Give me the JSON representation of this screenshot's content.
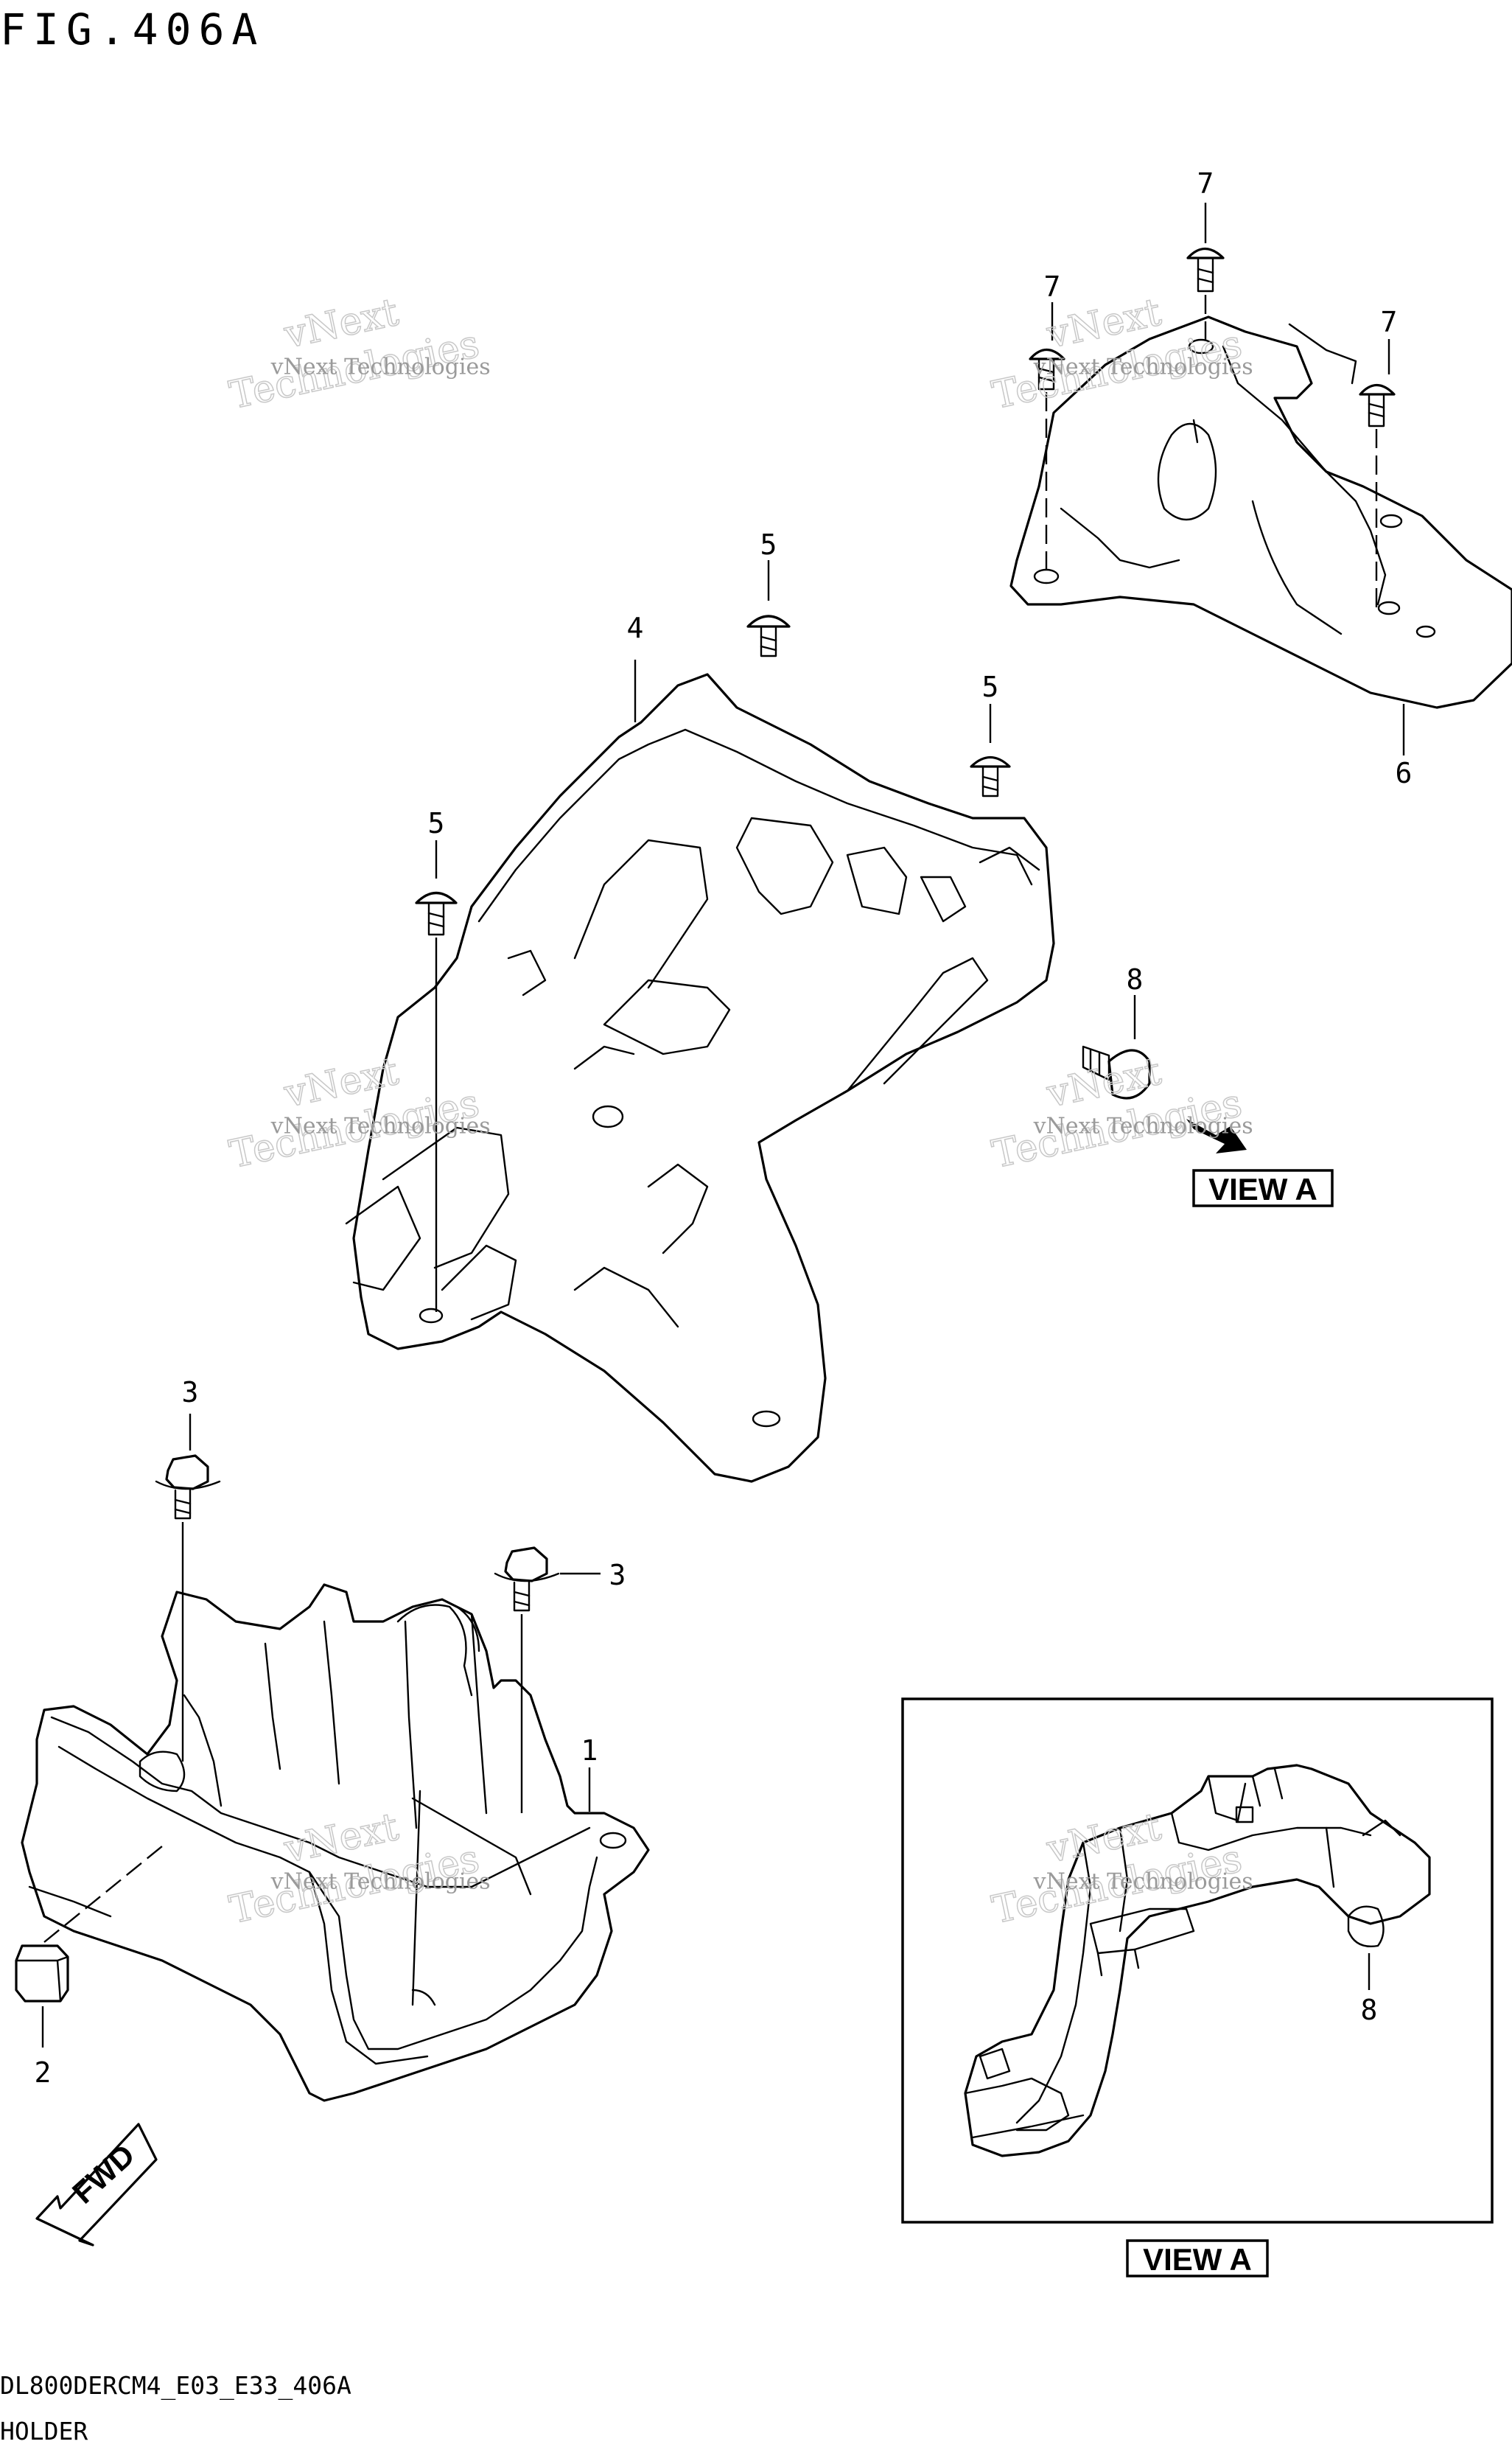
{
  "figure": {
    "title": "FIG.406A",
    "drawing_code": "DL800DERCM4_E03_E33_406A",
    "caption": "HOLDER"
  },
  "callouts": {
    "c1": "1",
    "c2": "2",
    "c3a": "3",
    "c3b": "3",
    "c4": "4",
    "c5a": "5",
    "c5b": "5",
    "c5c": "5",
    "c6": "6",
    "c7a": "7",
    "c7b": "7",
    "c7c": "7",
    "c8a": "8",
    "c8b": "8"
  },
  "view_labels": {
    "view_a_arrow": "VIEW A",
    "view_a_inset": "VIEW A"
  },
  "direction": {
    "fwd_label": "FWD",
    "icon": "fwd-arrow-icon"
  },
  "watermarks": {
    "line1": "vNext Technologies",
    "line2": "vNext",
    "line3": "Technologies"
  }
}
